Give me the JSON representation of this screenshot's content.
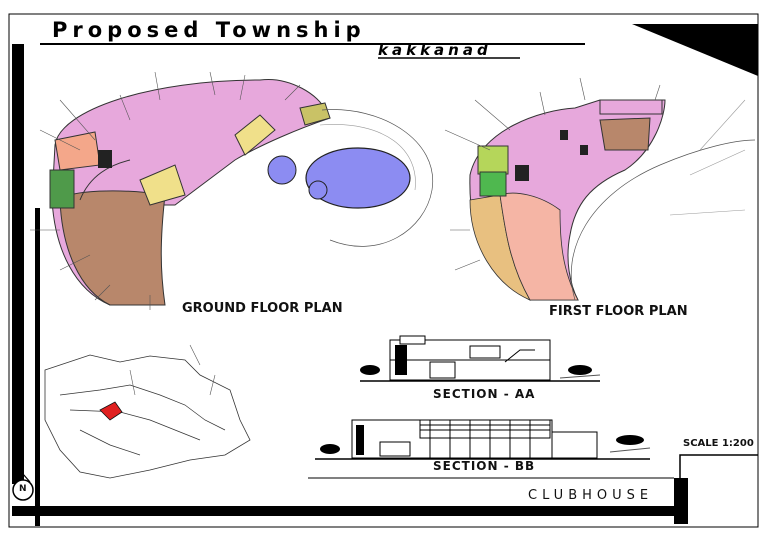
{
  "sheet": {
    "title": "Proposed Township",
    "location": "kakkanad",
    "scale": "SCALE 1:200",
    "project": "CLUBHOUSE",
    "north": "N"
  },
  "drawings": {
    "ground_floor": "GROUND FLOOR PLAN",
    "first_floor": "FIRST FLOOR PLAN",
    "section_aa": "SECTION - AA",
    "section_bb": "SECTION - BB"
  },
  "colors": {
    "pink": "#e7a8dc",
    "brown": "#b8876b",
    "olive": "#d8d488",
    "peach": "#f4a78a",
    "green": "#4f9a4a",
    "pool": "#8c8cf2",
    "highlight": "#e02020"
  }
}
